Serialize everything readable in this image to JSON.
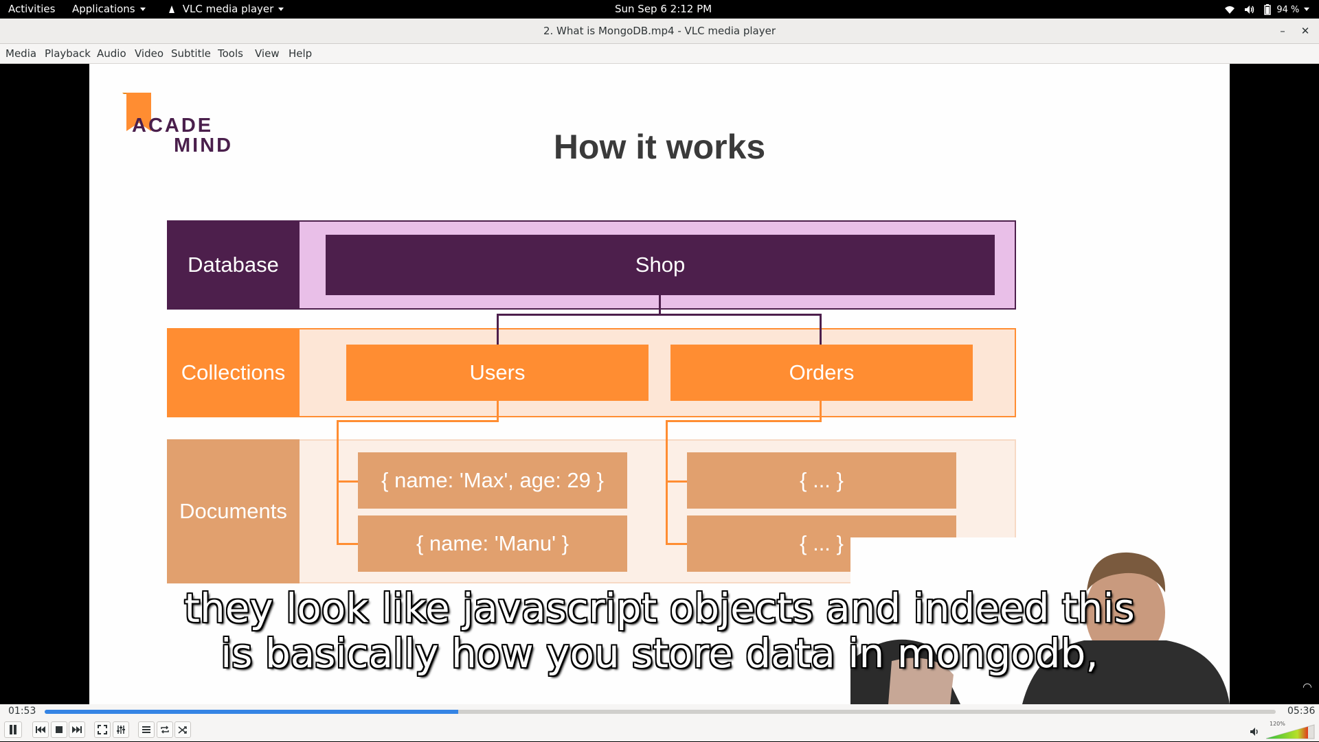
{
  "topbar": {
    "activities": "Activities",
    "applications": "Applications",
    "app_name": "VLC media player",
    "clock": "Sun Sep 6   2:12 PM",
    "battery": "94 %"
  },
  "window": {
    "title": "2. What is MongoDB.mp4 - VLC media player"
  },
  "menu": [
    "Media",
    "Playback",
    "Audio",
    "Video",
    "Subtitle",
    "Tools",
    "View",
    "Help"
  ],
  "slide": {
    "logo_line1": "ACADE",
    "logo_line2": "MIND",
    "title": "How it works",
    "rows": {
      "database": "Database",
      "collections": "Collections",
      "documents": "Documents"
    },
    "database_name": "Shop",
    "collections": [
      "Users",
      "Orders"
    ],
    "documents_left": [
      "{ name: 'Max', age: 29 }",
      "{ name: 'Manu' }"
    ],
    "documents_right": [
      "{ ... }",
      "{ ... }"
    ],
    "colors": {
      "purple": "#4d1f4c",
      "light_purple": "#e9bfe8",
      "orange": "#ff8d32",
      "light_orange": "#fde6d6",
      "doc_orange": "#e1a06e",
      "doc_bg": "#fcefe6"
    }
  },
  "subtitle": {
    "line1": "they look like javascript objects and indeed this",
    "line2": "is basically how you store data in mongodb,"
  },
  "player": {
    "elapsed": "01:53",
    "total": "05:36",
    "progress": 0.336,
    "volume_label": "120%"
  }
}
